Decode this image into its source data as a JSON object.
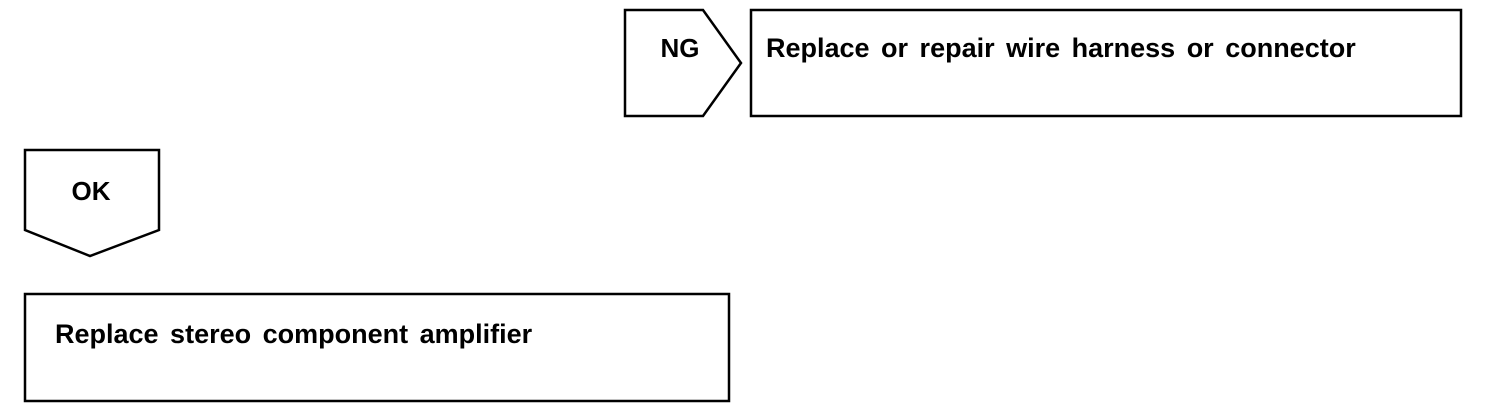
{
  "flowchart": {
    "ng_branch": {
      "tag": "NG",
      "action": "Replace or repair wire harness or connector"
    },
    "ok_branch": {
      "tag": "OK",
      "action": "Replace stereo component amplifier"
    }
  },
  "colors": {
    "stroke": "#000000",
    "fill": "#ffffff",
    "text": "#000000"
  }
}
